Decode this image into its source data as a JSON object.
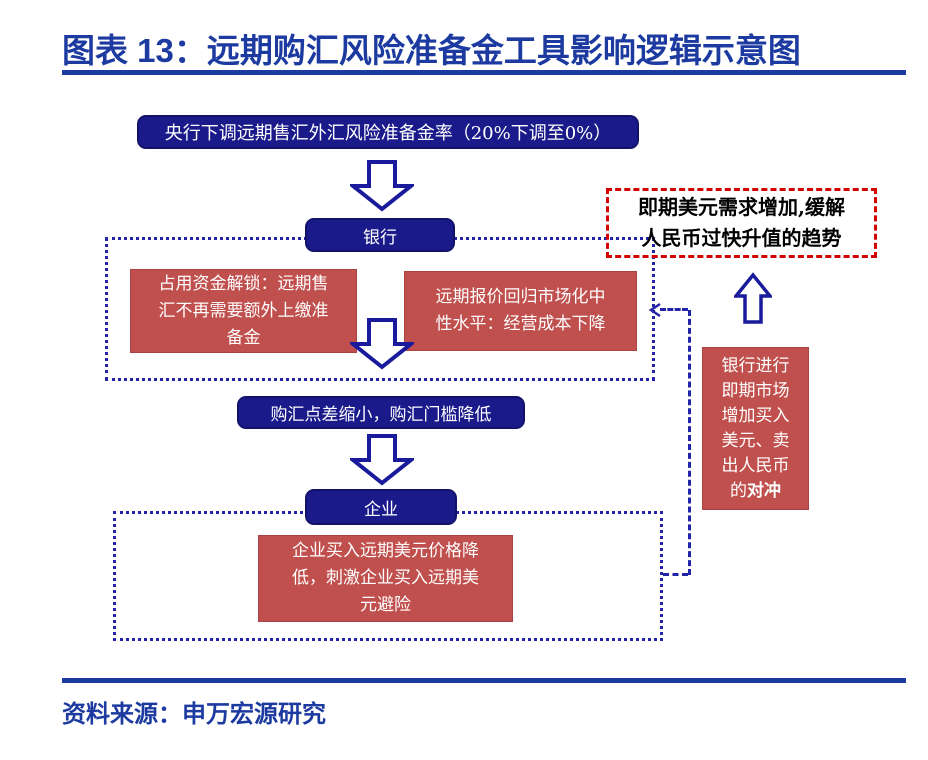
{
  "figure": {
    "title": "图表 13：远期购汇风险准备金工具影响逻辑示意图",
    "source_note": "资料来源：申万宏源研究"
  },
  "nodes": {
    "policy": "央行下调远期售汇外汇风险准备金率（20%下调至0%）",
    "bank": "银行",
    "bank_effect_left": [
      "占用资金解锁：远期售",
      "汇不再需要额外上缴准",
      "备金"
    ],
    "bank_effect_right": [
      "远期报价回归市场化中",
      "性水平：经营成本下降"
    ],
    "spread": "购汇点差缩小，购汇门槛降低",
    "enterprise": "企业",
    "enterprise_effect": [
      "企业买入远期美元价格降",
      "低，刺激企业买入远期美",
      "元避险"
    ],
    "outcome": [
      "即期美元需求增加,缓解",
      "人民币过快升值的趋势"
    ],
    "hedge": [
      "银行进行",
      "即期市场",
      "增加买入",
      "美元、卖",
      "出人民币"
    ],
    "hedge_last_prefix": "的",
    "hedge_last_bold": "对冲"
  },
  "icons": {
    "down_arrow": "hollow-down-arrow",
    "up_arrow": "hollow-up-arrow",
    "feedback_arrowhead": "left-chevron-arrowhead"
  },
  "colors": {
    "accent_blue": "#1c3aa0",
    "navy_box": "#1a1a8a",
    "red_box": "#c0504d",
    "dashed_red": "#d20000",
    "connector_blue": "#2323a8",
    "text_white": "#ffffff",
    "text_black": "#000000"
  }
}
